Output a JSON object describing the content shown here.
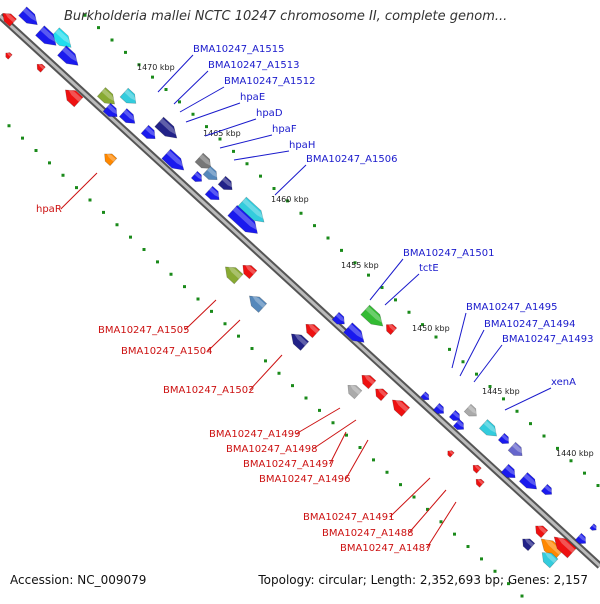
{
  "title": "Burkholderia mallei NCTC 10247 chromosome II, complete genom...",
  "footer": {
    "accession": "Accession: NC_009079",
    "summary": "Topology: circular; Length: 2,352,693 bp; Genes: 2,157"
  },
  "scale_labels": [
    "1470 kbp",
    "1465 kbp",
    "1460 kbp",
    "1455 kbp",
    "1450 kbp",
    "1445 kbp",
    "1440 kbp"
  ],
  "colors": {
    "forward_label": "#1a1acc",
    "reverse_label": "#cc1111",
    "backbone": "#777777",
    "tick": "#1a8a1a",
    "forward_gene": "#1a1aee",
    "reverse_gene": "#ee1111"
  },
  "forward_labels": [
    "BMA10247_A1515",
    "BMA10247_A1513",
    "BMA10247_A1512",
    "hpaE",
    "hpaD",
    "hpaF",
    "hpaH",
    "BMA10247_A1506",
    "BMA10247_A1501",
    "tctE",
    "BMA10247_A1495",
    "BMA10247_A1494",
    "BMA10247_A1493",
    "xenA"
  ],
  "reverse_labels": [
    "hpaR",
    "BMA10247_A1505",
    "BMA10247_A1504",
    "BMA10247_A1502",
    "BMA10247_A1499",
    "BMA10247_A1498",
    "BMA10247_A1497",
    "BMA10247_A1496",
    "BMA10247_A1491",
    "BMA10247_A1488",
    "BMA10247_A1487"
  ]
}
